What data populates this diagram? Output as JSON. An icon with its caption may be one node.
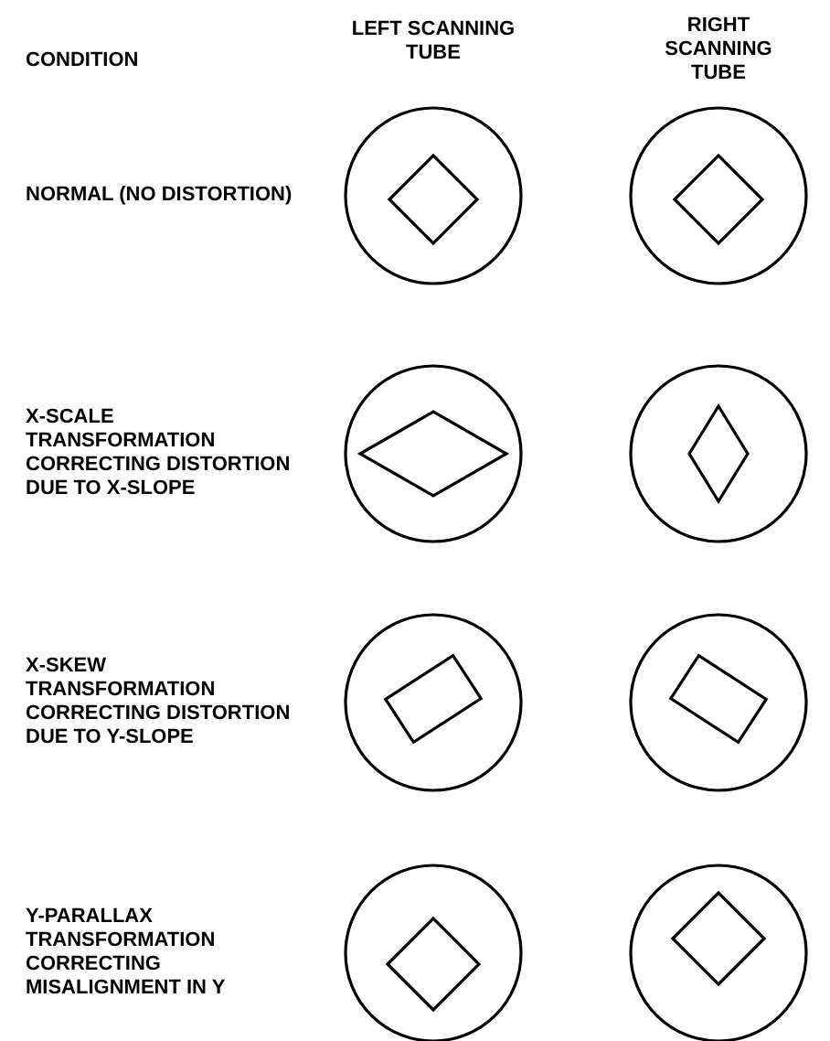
{
  "diagram": {
    "labels": [
      "CONDITION",
      "LEFT SCANNING TUBE",
      "RIGHT SCANNING TUBE",
      "NORMAL (NO DISTORTION)",
      "X-SCALE TRANSFORMATION CORRECTING DISTORTION DUE TO X-SLOPE",
      "X-SKEW TRANSFORMATION CORRECTING DISTORTION DUE TO Y-SLOPE",
      "Y-PARALLAX TRANSFORMATION CORRECTING MISALIGNMENT IN Y"
    ]
  }
}
